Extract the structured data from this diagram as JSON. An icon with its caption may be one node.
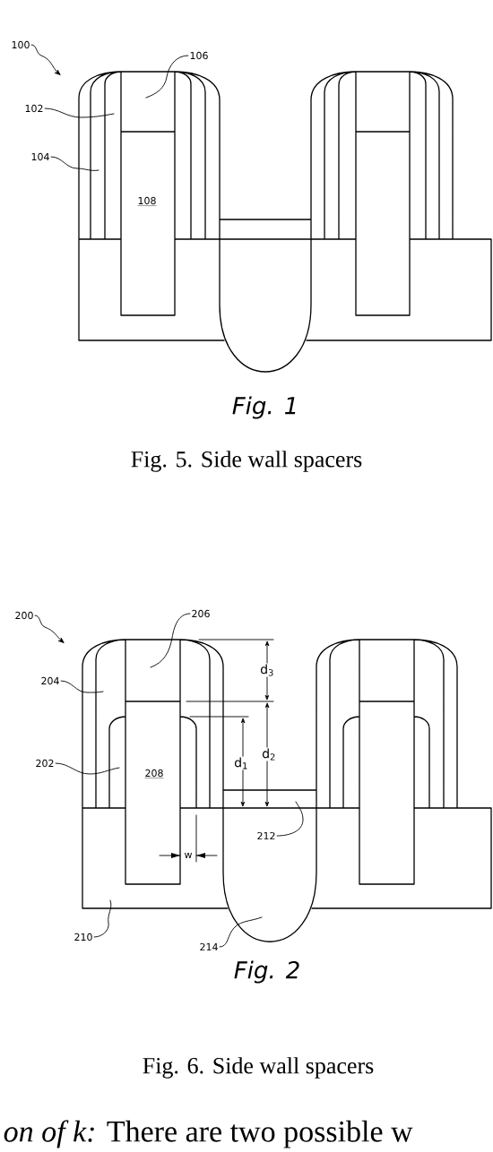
{
  "diagram": {
    "nodes": [
      {
        "text": [
          "100"
        ]
      },
      {
        "text": [
          "106"
        ]
      },
      {
        "text": [
          "102"
        ]
      },
      {
        "text": [
          "104"
        ]
      },
      {
        "text": [
          "200"
        ]
      },
      {
        "text": [
          "206"
        ]
      },
      {
        "text": [
          "204"
        ]
      },
      {
        "text": [
          "202"
        ]
      },
      {
        "text": [
          "212"
        ]
      },
      {
        "text": [
          "210"
        ]
      },
      {
        "text": [
          "214"
        ]
      }
    ],
    "edges": [
      {
        "from": 0,
        "to": null,
        "arrow": "to"
      },
      {
        "from": 1,
        "to": null,
        "arrow": "none"
      },
      {
        "from": 2,
        "to": null,
        "arrow": "none"
      },
      {
        "from": 3,
        "to": null,
        "arrow": "none"
      },
      {
        "from": 4,
        "to": null,
        "arrow": "to"
      },
      {
        "from": 5,
        "to": null,
        "arrow": "none"
      },
      {
        "from": 6,
        "to": null,
        "arrow": "none"
      },
      {
        "from": 7,
        "to": null,
        "arrow": "none"
      },
      {
        "from": 8,
        "to": null,
        "arrow": "none"
      },
      {
        "from": 9,
        "to": null,
        "arrow": "none"
      },
      {
        "from": 10,
        "to": null,
        "arrow": "none"
      }
    ],
    "labels": [
      "108",
      "Fig. 1",
      "Fig. 5.  Side wall spacers",
      "d$_{3}$",
      "d$_{1}$",
      "d$_{2}$",
      "208",
      "w",
      "Fig. 2",
      "Fig. 6.  Side wall spacers",
      "*on of k:* There are two possible w"
    ]
  }
}
